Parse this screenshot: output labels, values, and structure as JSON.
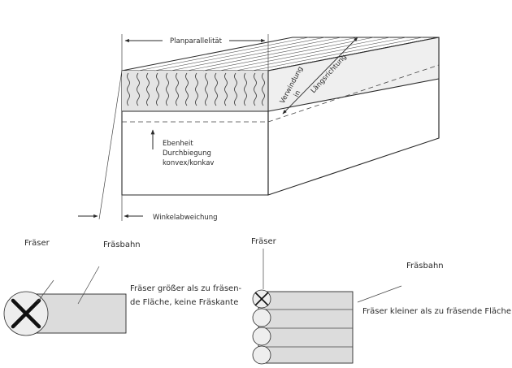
{
  "labels": {
    "planparallelitaet": "Planparallelität",
    "verwindung_1": "Verwindung",
    "verwindung_2": "in",
    "verwindung_3": "Längsrichtung",
    "ebenheit_1": "Ebenheit",
    "ebenheit_2": "Durchbiegung",
    "ebenheit_3": "konvex/konkav",
    "winkelabweichung": "Winkelabweichung",
    "fraeser_left": "Fräser",
    "fraesbahn_left": "Fräsbahn",
    "caption_left_1": "Fräser größer als zu fräsen-",
    "caption_left_2": "de Fläche, keine Fräskante",
    "fraeser_right": "Fräser",
    "fraesbahn_right": "Fräsbahn",
    "caption_right": "Fräser kleiner als zu fräsende Fläche"
  },
  "colors": {
    "line": "#2a2a2a",
    "block_fill": "#ffffff",
    "milled_fill": "#d9d9d9",
    "cutter_fill": "#ececec"
  }
}
